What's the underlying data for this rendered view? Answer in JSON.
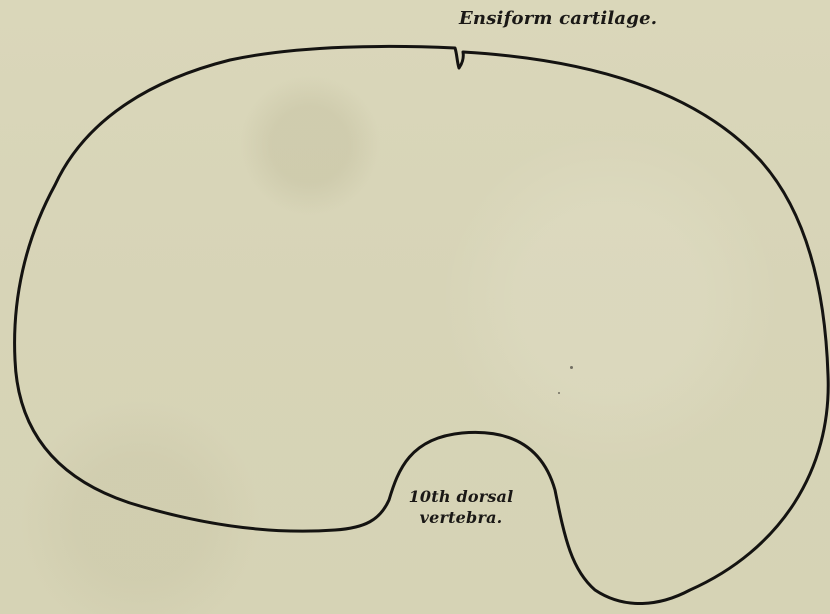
{
  "diagram": {
    "labels": {
      "top": "Ensiform cartilage.",
      "bottom_line_1": "10th dorsal",
      "bottom_line_2": "vertebra."
    },
    "colors": {
      "paper": "#d9d6b8",
      "outline": "#141311",
      "text": "#1a1816"
    }
  }
}
